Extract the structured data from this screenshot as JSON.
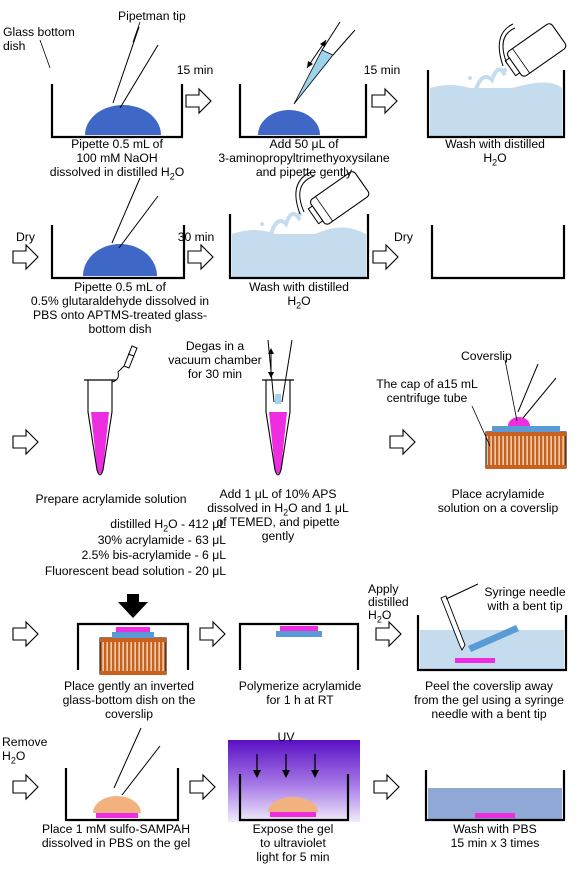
{
  "labels": {
    "glass_bottom_dish": [
      "Glass bottom",
      "dish"
    ],
    "pipetman_tip": "Pipetman tip",
    "coverslip": "Coverslip",
    "cap_label": [
      "The cap of a15 mL",
      "centrifuge tube"
    ],
    "syringe_needle": [
      "Syringe needle",
      "with a bent tip"
    ],
    "uv": "UV"
  },
  "transitions": {
    "t1": "15 min",
    "t2": "15 min",
    "t3": "Dry",
    "t4": "30 min",
    "t5": "Dry",
    "t6": [
      "Degas in a",
      "vacuum chamber",
      "for 30 min"
    ],
    "t7": [
      "Apply",
      "distilled",
      "H",
      "2",
      "O"
    ],
    "t8": [
      "Remove",
      "H",
      "2",
      "O"
    ]
  },
  "steps": {
    "s1": [
      "Pipette 0.5 mL of",
      "100 mM NaOH",
      "dissolved in distilled H",
      "2",
      "O"
    ],
    "s2": [
      "Add 50 ",
      "μ",
      "L of",
      "3-aminopropyltrimethyoxysilane",
      "and pipette gently"
    ],
    "s3": [
      "Wash with distilled",
      "H",
      "2",
      "O"
    ],
    "s4": [
      "Pipette 0.5 mL of",
      "0.5% glutaraldehyde dissolved in",
      "PBS onto APTMS-treated glass-",
      "bottom dish"
    ],
    "s5": [
      "Wash with distilled",
      "H",
      "2",
      "O"
    ],
    "s6": "Prepare acrylamide solution",
    "s7": [
      "Add 1 ",
      "μ",
      "L of 10% APS",
      "dissolved in H",
      "2",
      "O and 1 ",
      "μ",
      "L",
      "of TEMED, and pipette",
      "gently"
    ],
    "s8": [
      "Place acrylamide",
      "solution on a coverslip"
    ],
    "s9": [
      "Place gently an inverted",
      "glass-bottom dish on the",
      "coverslip"
    ],
    "s10": [
      "Polymerize acrylamide",
      "for 1 h at RT"
    ],
    "s11": [
      "Peel the coverslip away",
      "from the gel using a syringe",
      "needle with a bent tip"
    ],
    "s12": [
      "Place 1 mM sulfo-SAMPAH",
      "dissolved in PBS on the gel"
    ],
    "s13": [
      "Expose the gel",
      "to ultraviolet",
      "light for 5 min"
    ],
    "s14": [
      "Wash with PBS",
      "15 min x 3 times"
    ]
  },
  "recipe": [
    [
      "distilled H",
      "2",
      "O - 412 ",
      "μ",
      "L"
    ],
    [
      "30% acrylamide - 63 ",
      "μ",
      "L"
    ],
    [
      "2.5% bis-acrylamide - 6 ",
      "μ",
      "L"
    ],
    [
      "Fluorescent bead solution - 20 ",
      "μ",
      "L"
    ]
  ],
  "colors": {
    "drop_blue": "#3f68c6",
    "water": "#c5dcef",
    "magenta": "#ee2ce0",
    "cover_blue": "#5b9bd5",
    "cap_orange": "#c9601d",
    "sampah": "#f2b27f",
    "uv_purple": "#6a1cc9",
    "pbs_blue": "#8fa8d6"
  }
}
